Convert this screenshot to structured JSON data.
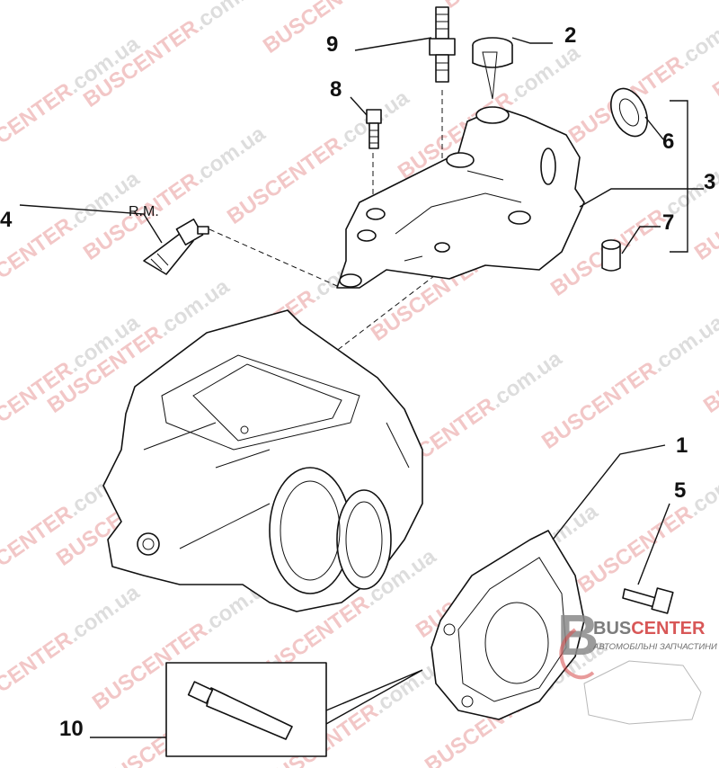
{
  "diagram": {
    "callouts": [
      "1",
      "2",
      "3",
      "4",
      "5",
      "6",
      "7",
      "8",
      "9",
      "10"
    ],
    "rm_label": "R.M."
  },
  "watermark": {
    "brand": "BUSCENTER",
    "suffix": ".com.ua"
  },
  "logo": {
    "brand_part1": "BUS",
    "brand_part2": "CENTER",
    "tagline": "АВТОМОБІЛЬНІ ЗАПЧАСТИНИ"
  },
  "colors": {
    "brand_red": "#d23a3a",
    "brand_gray": "#8a8a8a"
  }
}
